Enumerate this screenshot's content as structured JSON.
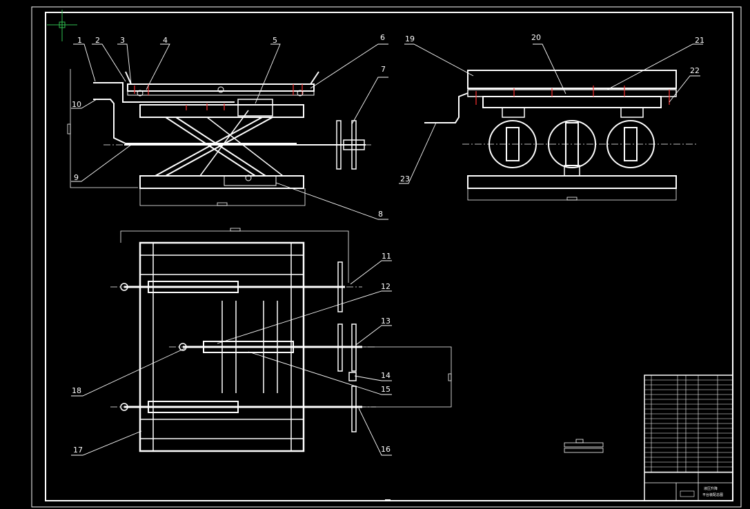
{
  "drawing": {
    "callouts": [
      "1",
      "2",
      "3",
      "4",
      "5",
      "6",
      "7",
      "8",
      "9",
      "10",
      "11",
      "12",
      "13",
      "14",
      "15",
      "16",
      "17",
      "18",
      "19",
      "20",
      "21",
      "22",
      "23"
    ]
  },
  "title_block": {
    "line1": "液压升降",
    "line2": "平台装配总图"
  },
  "colors": {
    "background": "#000000",
    "lines": "#ffffff",
    "accent": "#ff3030",
    "crosshair": "#2fbf4f"
  }
}
